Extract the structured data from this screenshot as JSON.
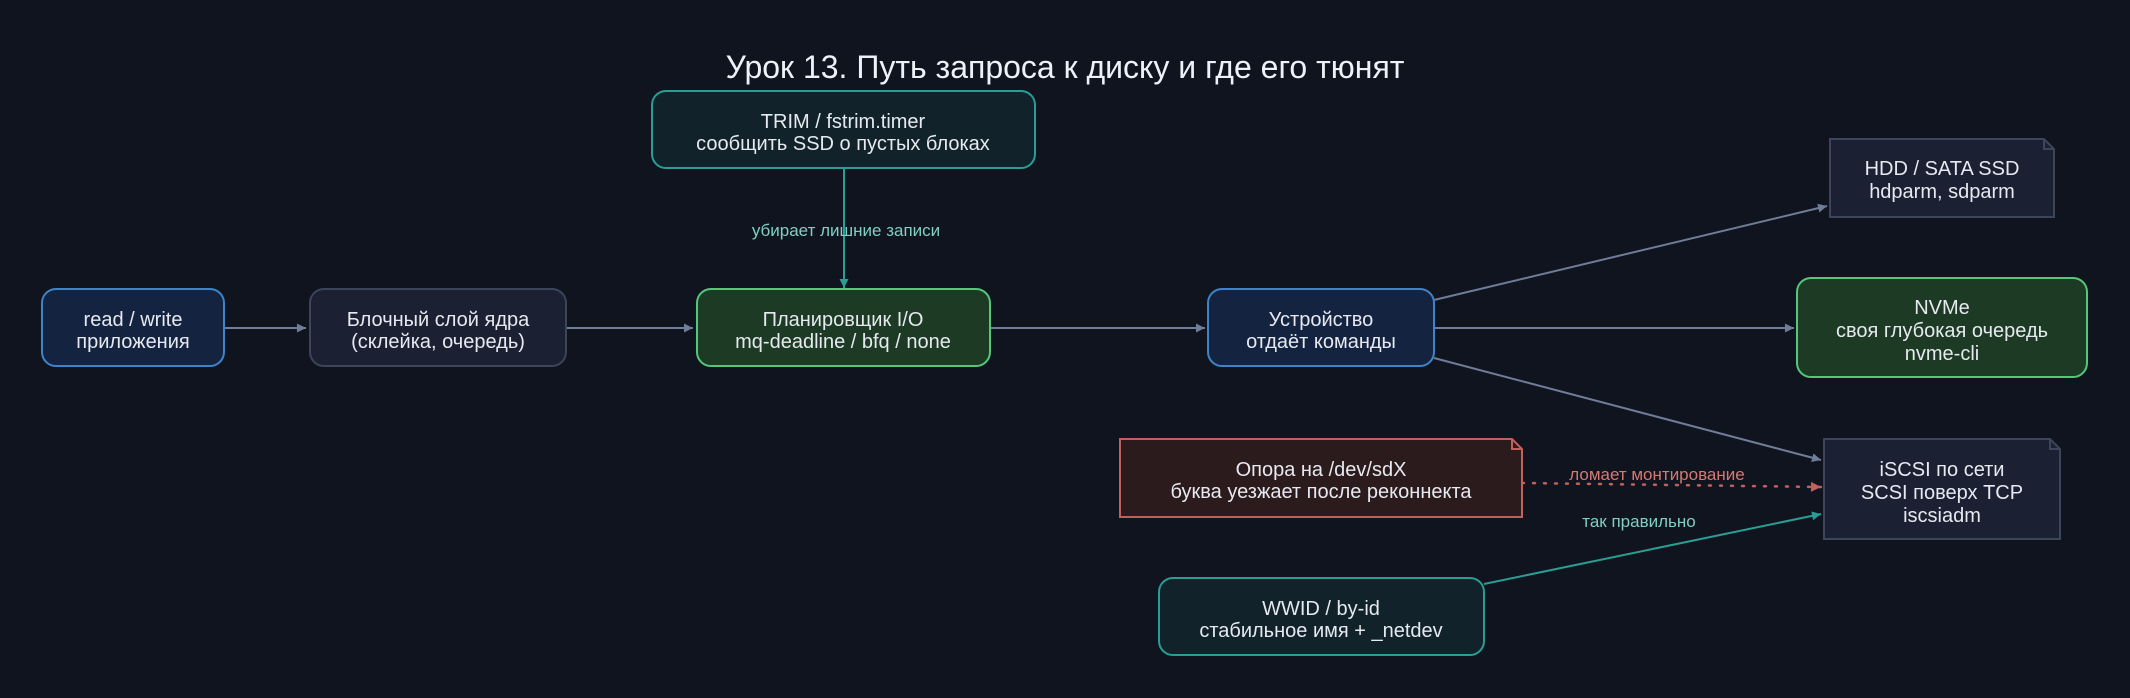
{
  "title": "Урок 13. Путь запроса к диску и где его тюнят",
  "nodes": {
    "app": {
      "lines": [
        "read / write",
        "приложения"
      ]
    },
    "block": {
      "lines": [
        "Блочный слой ядра",
        "(склейка, очередь)"
      ]
    },
    "sched": {
      "lines": [
        "Планировщик I/O",
        "mq-deadline / bfq / none"
      ]
    },
    "dev": {
      "lines": [
        "Устройство",
        "отдаёт команды"
      ]
    },
    "trim": {
      "lines": [
        "TRIM / fstrim.timer",
        "сообщить SSD о пустых блоках"
      ]
    },
    "hdd": {
      "lines": [
        "HDD / SATA SSD",
        "hdparm, sdparm"
      ]
    },
    "nvme": {
      "lines": [
        "NVMe",
        "своя глубокая очередь",
        "nvme-cli"
      ]
    },
    "iscsi": {
      "lines": [
        "iSCSI по сети",
        "SCSI поверх TCP",
        "iscsiadm"
      ]
    },
    "sdx": {
      "lines": [
        "Опора на /dev/sdX",
        "буква уезжает после реконнекта"
      ]
    },
    "wwid": {
      "lines": [
        "WWID / by-id",
        "стабильное имя + _netdev"
      ]
    }
  },
  "edge_labels": {
    "trim_sched": "убирает лишние записи",
    "sdx_iscsi": "ломает монтирование",
    "wwid_iscsi": "так правильно"
  },
  "colors": {
    "background": "#10141f",
    "edge_default": "#6f7d99",
    "edge_teal": "#2a9d94",
    "edge_red": "#c0625b",
    "label_teal": "#7fcfc4",
    "label_red": "#d47a72"
  }
}
